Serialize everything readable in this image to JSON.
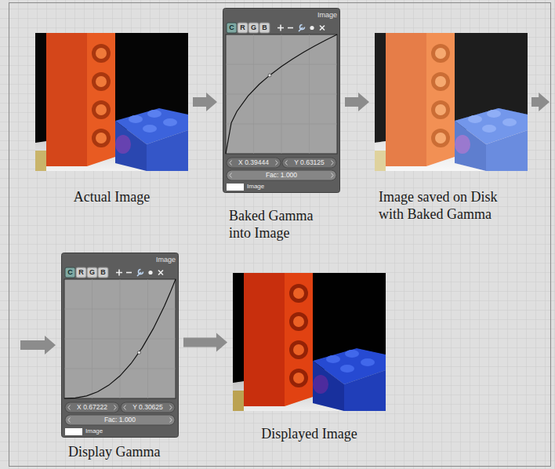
{
  "diagram": {
    "nodes": [
      {
        "text": [
          "Actual Image"
        ]
      },
      {
        "text": [
          "Image",
          "C",
          "R",
          "G",
          "B",
          "X 0.39444",
          "Y 0.63125",
          "Fac: 1.000",
          "Image",
          "Baked Gamma into Image"
        ]
      },
      {
        "text": [
          "Image saved on Disk with Baked Gamma"
        ]
      },
      {
        "text": [
          "Image",
          "C",
          "R",
          "G",
          "B",
          "X 0.67222",
          "Y 0.30625",
          "Fac: 1.000",
          "Image",
          "Display Gamma"
        ]
      },
      {
        "text": [
          "Displayed Image"
        ]
      }
    ],
    "edges": [
      {
        "from": 0,
        "to": 1,
        "arrow": "to"
      },
      {
        "from": 1,
        "to": 2,
        "arrow": "to"
      },
      {
        "from": 2,
        "to": 3,
        "arrow": "to"
      },
      {
        "from": 3,
        "to": 4,
        "arrow": "to"
      }
    ]
  }
}
